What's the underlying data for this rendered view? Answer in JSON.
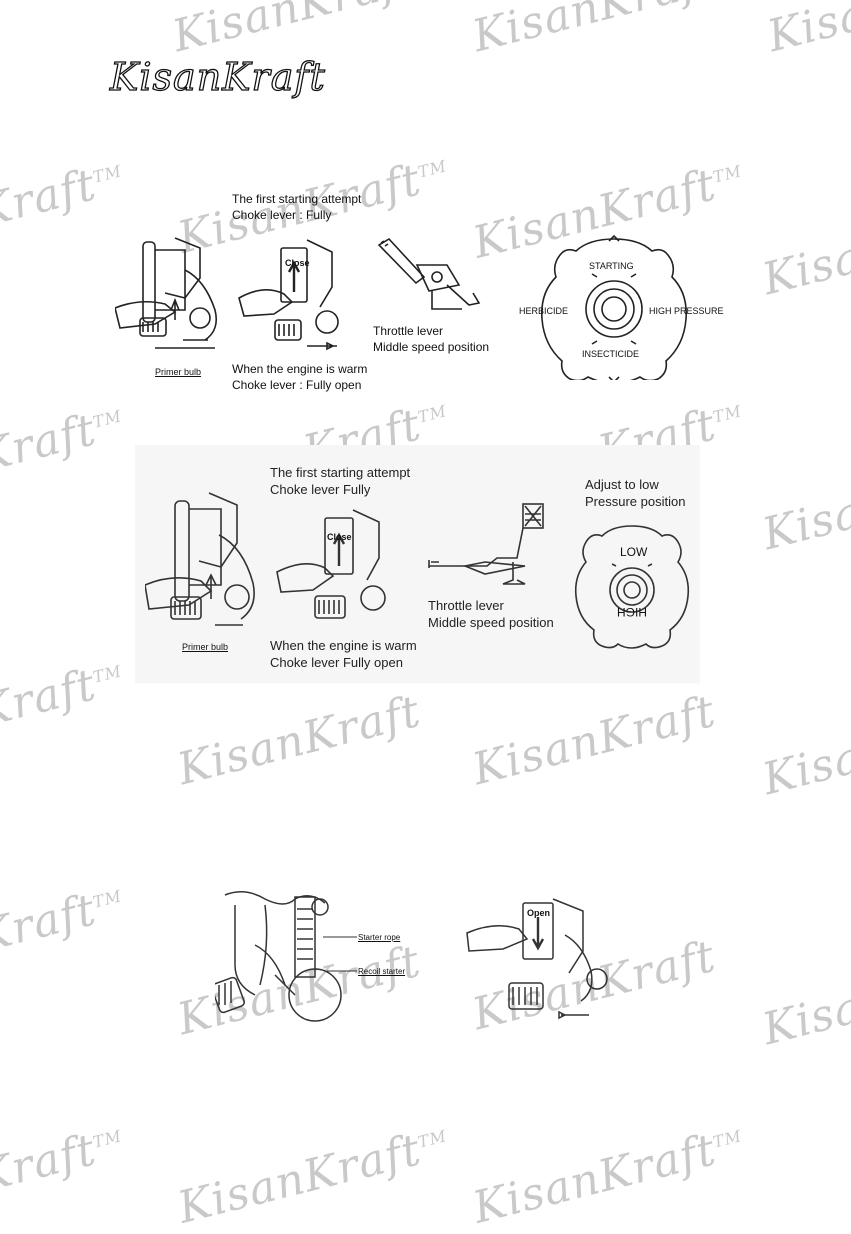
{
  "brand": {
    "logo_text": "KisanKraft"
  },
  "watermark": {
    "text": "KisanKraft",
    "tm": "TM"
  },
  "figure1": {
    "caption_first_attempt": "The first starting attempt",
    "caption_choke_fully": "Choke  lever  :  Fully",
    "label_close": "Close",
    "label_primer": "Primer bulb",
    "caption_warm": "When the engine is warm",
    "caption_choke_open": "Choke lever : Fully open",
    "caption_throttle": "Throttle lever",
    "caption_middle": "Middle speed position",
    "dial": {
      "top": "STARTING",
      "left": "HERBICIDE",
      "right": "HIGH PRESSURE",
      "bottom": "INSECTICIDE"
    }
  },
  "figure2": {
    "caption_first_attempt": "The first starting attempt",
    "caption_choke_fully": "Choke  lever     Fully",
    "label_close": "Close",
    "label_primer": "Primer bulb",
    "caption_warm": "When the engine is warm",
    "caption_choke_open": "Choke lever   Fully open",
    "caption_throttle": "Throttle lever",
    "caption_middle": "Middle speed position",
    "caption_adjust_1": "Adjust to low",
    "caption_adjust_2": "Pressure position",
    "dial": {
      "top": "LOW",
      "bottom": "HIGH"
    }
  },
  "figure3": {
    "label_starter_rope": "Starter rope",
    "label_recoil": "Recoil starter",
    "label_open": "Open"
  }
}
